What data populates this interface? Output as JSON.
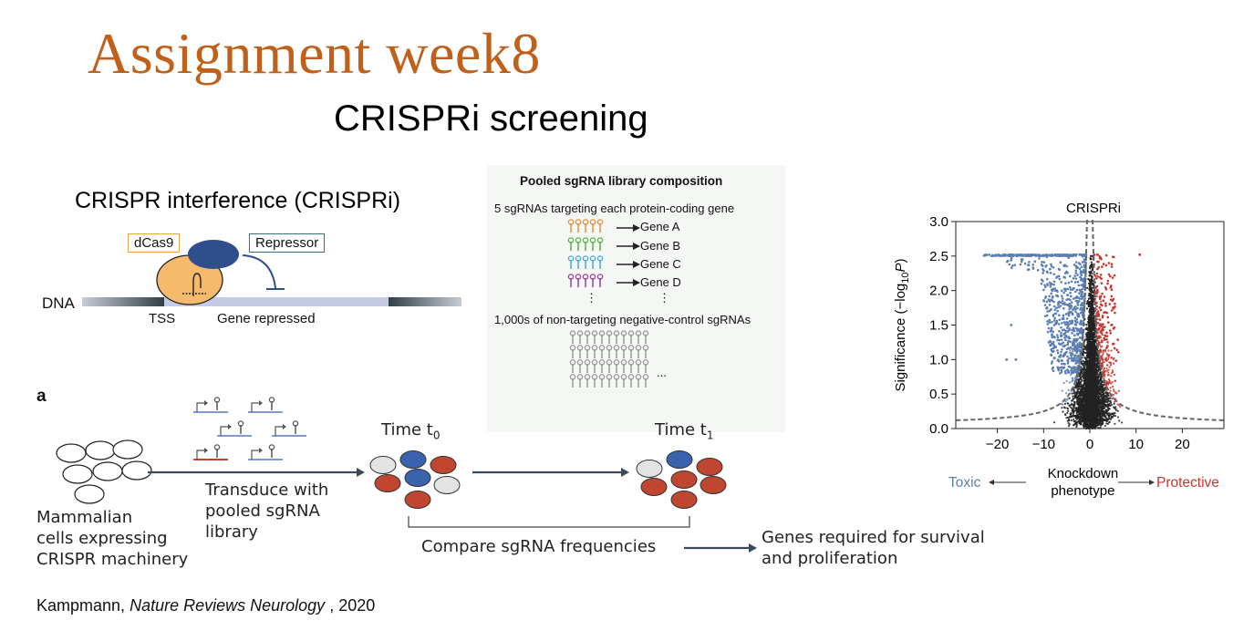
{
  "slide": {
    "title": "Assignment week8",
    "subtitle": "CRISPRi screening"
  },
  "crispri_schematic": {
    "heading": "CRISPR interference (CRISPRi)",
    "dcas9_label": "dCas9",
    "repressor_label": "Repressor",
    "dna_label": "DNA",
    "tss_label": "TSS",
    "gene_label": "Gene repressed"
  },
  "library_panel": {
    "heading": "Pooled sgRNA library composition",
    "targeting_line": "5 sgRNAs targeting each protein-coding gene",
    "genes": [
      {
        "label": "Gene A",
        "color": "#f08a3c"
      },
      {
        "label": "Gene B",
        "color": "#5cae47"
      },
      {
        "label": "Gene C",
        "color": "#4aa8d8"
      },
      {
        "label": "Gene D",
        "color": "#9b3f98"
      }
    ],
    "ellipsis_left": "⋮",
    "ellipsis_right": "⋮",
    "nontargeting_line": "1,000s of non-targeting negative-control sgRNAs",
    "grid_ellipsis": "...",
    "control_color": "#9a9a9a"
  },
  "workflow": {
    "panel_label": "a",
    "cells_label": [
      "Mammalian",
      "cells expressing",
      "CRISPR machinery"
    ],
    "transduce_label": [
      "Transduce with",
      "pooled sgRNA",
      "library"
    ],
    "time0_text": "Time t",
    "time0_sub": "0",
    "time1_text": "Time t",
    "time1_sub": "1",
    "compare_label": "Compare sgRNA frequencies",
    "result_label": [
      "Genes required for survival",
      "and proliferation"
    ],
    "colors": {
      "red": "#c0462f",
      "blue": "#3a62ad",
      "grey": "#e3e3e3",
      "arrow": "#3a4a5a"
    }
  },
  "citation": {
    "author": "Kampmann,",
    "journal": "Nature Reviews Neurology",
    "year": ", 2020"
  },
  "chart_data": {
    "type": "scatter",
    "title": "CRISPRi",
    "xlabel": "Knockdown phenotype",
    "xlabel_lines": [
      "Knockdown",
      "phenotype"
    ],
    "ylabel": "Significance (−log10P)",
    "ylabel_main": "Significance (−log",
    "ylabel_sub": "10",
    "ylabel_var": "P",
    "ylabel_close": ")",
    "xlim": [
      -29,
      29
    ],
    "ylim": [
      0,
      3.0
    ],
    "x_ticks": [
      -20,
      -10,
      0,
      10,
      20
    ],
    "x_tick_labels": [
      "−20",
      "−10",
      "0",
      "10",
      "20"
    ],
    "y_ticks": [
      0,
      0.5,
      1.0,
      1.5,
      2.0,
      2.5,
      3.0
    ],
    "y_tick_labels": [
      "0.0",
      "0.5",
      "1.0",
      "1.5",
      "2.0",
      "2.5",
      "3.0"
    ],
    "left_annotation": "Toxic",
    "right_annotation": "Protective",
    "grid": false,
    "series": [
      {
        "color": "#222222",
        "description": "non-hit genes"
      },
      {
        "color": "#5b7fb4"
      },
      {
        "color": "#c8362e"
      }
    ],
    "threshold_line_color": "#666666",
    "max_significance": 2.52
  }
}
